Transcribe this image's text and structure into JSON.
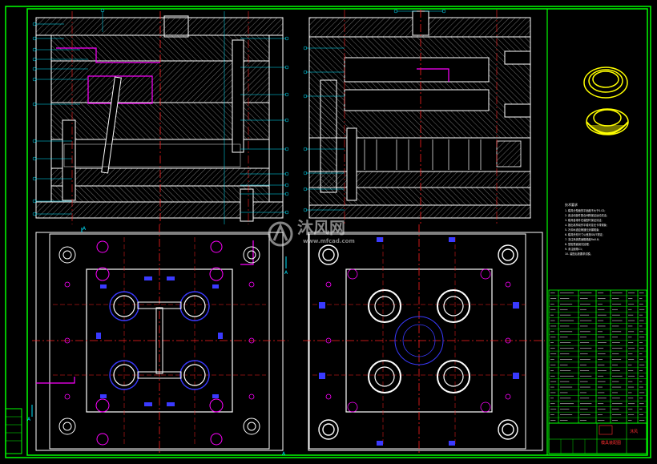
{
  "drawing": {
    "colors": {
      "background": "#000000",
      "frame": "#00ff00",
      "outline": "#ffffff",
      "centerline": "#ff2020",
      "dimension": "#00e5ff",
      "part_a": "#ff00ff",
      "part_b": "#3a3aff",
      "hatch": "#9a9a9a",
      "rings": "#ffff00",
      "title_text": "#ff3030"
    },
    "section_marks": [
      "A",
      "A",
      "A",
      "A"
    ],
    "notes": {
      "title": "技术要求",
      "lines": [
        "1. 模具分型面的平面度不大于0.02;",
        "2. 各活动部件配合间隙保证运动灵活;",
        "3. 模具各零件在装配时保证清洁;",
        "4. 推出机构动作平稳可靠无卡滞现象;",
        "5. 冷却水道应畅通无渗漏现象;",
        "6. 模具外形尺寸公差按GB/T规定;",
        "7. 浇注系统表面粗糙度Ra0.8;",
        "8. 型腔表面抛光处理;",
        "9. 未注倒角C1;",
        "10. 装配后按要求试模。"
      ]
    },
    "watermark": {
      "brand": "沐风网",
      "url": "www.mfcad.com"
    },
    "title_block": {
      "name": "模具装配图",
      "stamp": "沐风"
    }
  }
}
